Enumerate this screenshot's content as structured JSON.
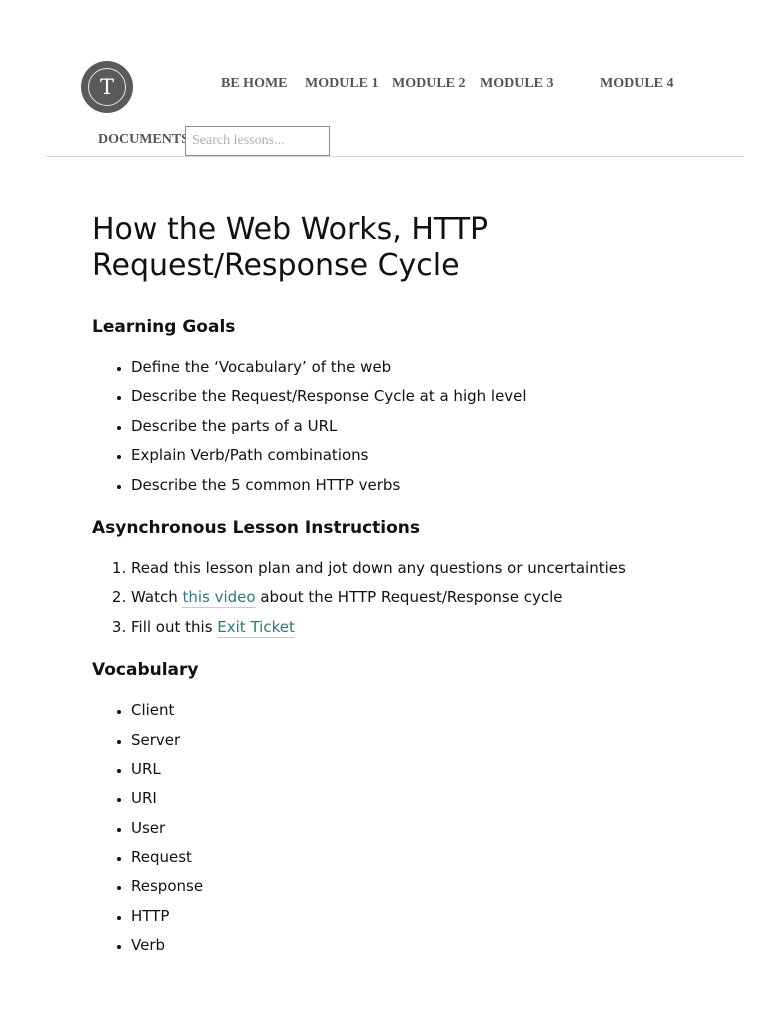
{
  "nav": {
    "logo_letter": "T",
    "items": [
      "BE HOME",
      "MODULE 1",
      "MODULE 2",
      "MODULE 3",
      "MODULE 4"
    ],
    "documents": "DOCUMENTS",
    "search_placeholder": "Search lessons..."
  },
  "page": {
    "title_line1": "How the Web Works, HTTP",
    "title_line2": "Request/Response Cycle"
  },
  "learning_goals": {
    "heading": "Learning Goals",
    "items": [
      "Define the ‘Vocabulary’ of the web",
      "Describe the Request/Response Cycle at a high level",
      "Describe the parts of a URL",
      "Explain Verb/Path combinations",
      "Describe the 5 common HTTP verbs"
    ]
  },
  "async": {
    "heading": "Asynchronous Lesson Instructions",
    "item1": "Read this lesson plan and jot down any questions or uncertainties",
    "item2_pre": "Watch ",
    "item2_link": "this video",
    "item2_post": " about the HTTP Request/Response cycle",
    "item3_pre": "Fill out this ",
    "item3_link": "Exit Ticket"
  },
  "vocabulary": {
    "heading": "Vocabulary",
    "items": [
      "Client",
      "Server",
      "URL",
      "URI",
      "User",
      "Request",
      "Response",
      "HTTP",
      "Verb"
    ]
  }
}
